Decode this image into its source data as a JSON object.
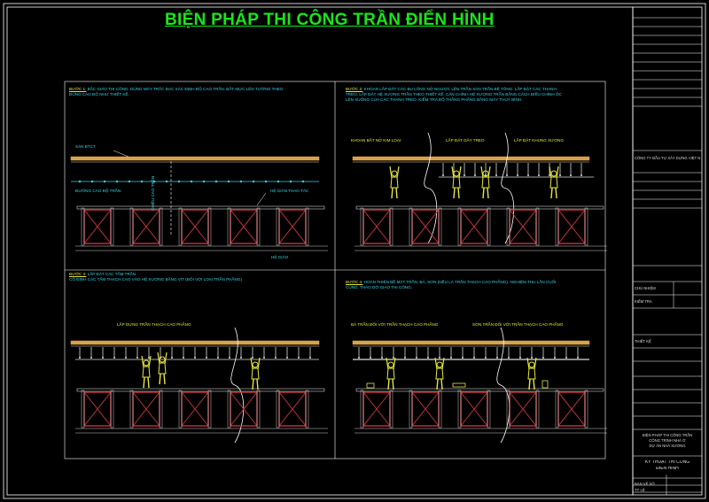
{
  "title": "BIỆN PHÁP THI CÔNG TRẦN ĐIỂN HÌNH",
  "panels": {
    "p1": {
      "step": "BƯỚC 1:",
      "note": [
        "BẮC GIÁO THI CÔNG. DÙNG MÁY TRẮC ĐẠC XÁC ĐỊNH ĐỘ CAO TRẦN. BẮT MỰC LÊN TƯỜNG THEO",
        "ĐÚNG CAO ĐỘ NHƯ THIẾT KẾ."
      ],
      "label_slab": "SÀN BTCT",
      "label_ceiling_level": "ĐƯỜNG CAO ĐỘ TRẦN",
      "label_scaffold": "HỆ GIÀN THAO TÁC",
      "label_height": "CHIỀU CAO TRẦN",
      "label_floor": "HỆ GIÁO"
    },
    "p2": {
      "step": "BƯỚC 2:",
      "note": [
        "KHOAN LẮP ĐẶT CÁC BU LÔNG NỞ NGƯỢC LÊN TRẦN SÀN TRẦN BÊ TÔNG. LẮP ĐẶT CÁC THANH",
        "TREO. LẮP ĐẶT HỆ XƯƠNG TRẦN THEO THIẾT KẾ. CĂN CHỈNH HỆ XƯƠNG TRẦN BẰNG CÁCH ĐIỀU CHỈNH ỐC",
        "LÊN XUỐNG CỦA CÁC THANH TREO. KIỂM TRA ĐỘ THẲNG PHẲNG BẰNG MÁY THUỶ BÌNH"
      ],
      "label_a": "KHOAN BẮT NỞ KIM LOẠI",
      "label_b": "LẮP ĐẶT DÂY TREO",
      "label_c": "LẮP ĐẶT KHUNG XƯƠNG"
    },
    "p3": {
      "step": "BƯỚC 3:",
      "note_a": "LẮP ĐẶT CÁC TẤM TRẦN",
      "note": [
        "CỐ ĐỊNH CÁC TẤM THẠCH CAO VÀO HỆ XƯƠNG BẰNG VÍT (ĐỐI VỚI LOẠI TRẦN PHẲNG)"
      ],
      "label_a": "LẮP DỰNG TRẦN THẠCH CAO PHẲNG"
    },
    "p4": {
      "step": "BƯỚC 4:",
      "note": [
        "HOÀN THIỆN BỀ MẶT TRẦN. BẢ, SƠN (NẾU LÀ TRẦN THẠCH CAO PHẲNG). NGHIỆM THU LẦN CUỐI",
        "CÙNG. THÁO DỠ GIÁO THI CÔNG."
      ],
      "label_a": "BẢ TRẦN ĐỐI VỚI TRẦN THẠCH CAO PHẲNG",
      "label_b": "SƠN TRẦN ĐỐI VỚI TRẦN THẠCH CAO PHẲNG"
    }
  },
  "title_block": {
    "company": "CÔNG TY ĐẦU TƯ XÂY DỰNG VIỆT NAM",
    "approved": "CHỦ NHIỆM",
    "checked": "KIỂM TRA",
    "drawn": "THIẾT KẾ",
    "project_lines": [
      "BIỆN PHÁP THI CÔNG TRẦN",
      "CÔNG TRÌNH NHÀ Ở",
      "DỰ ÁN NHÀ XƯỞNG"
    ],
    "drawing_name": "KỸ THUẬT THI CÔNG",
    "drawing_sub": "ĐIỂN HÌNH",
    "sheet": "BẢN VẼ SỐ",
    "scale": "TỶ LỆ"
  },
  "colors": {
    "frame": "#ffffff",
    "title": "#19e619",
    "slab": "#d9a24a",
    "scaffold": "#c0343c",
    "worker": "#e8e83a",
    "text": "#3ad3e8"
  }
}
